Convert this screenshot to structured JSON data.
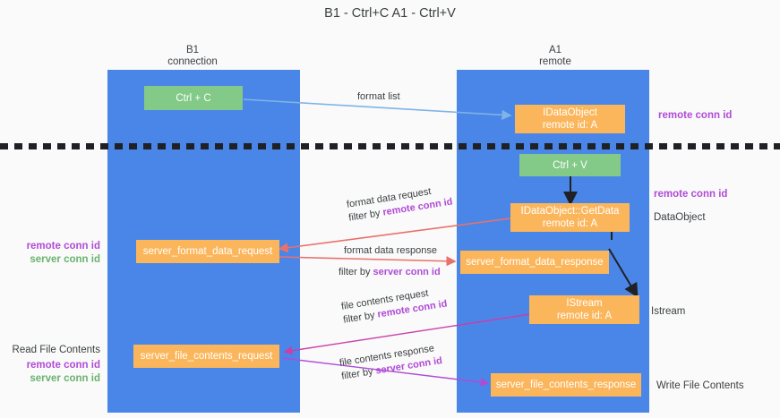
{
  "title": {
    "line1": "B1 - Ctrl+C",
    "line2": "A1 - Ctrl+V"
  },
  "columns": [
    {
      "name": "B1",
      "subtitle": "connection"
    },
    {
      "name": "A1",
      "subtitle": "remote"
    }
  ],
  "boxes": {
    "ctrl_c": {
      "label": "Ctrl + C",
      "color": "#83c988"
    },
    "ctrl_v": {
      "label": "Ctrl + V",
      "color": "#83c988"
    },
    "idataobject": {
      "line1": "IDataObject",
      "line2": "remote id: A",
      "color": "#fbb65c"
    },
    "getdata": {
      "line1": "IDataObject::GetData",
      "line2": "remote id: A",
      "color": "#fbb65c"
    },
    "istream": {
      "line1": "IStream",
      "line2": "remote id: A",
      "color": "#fbb65c"
    },
    "server_format_data_request": {
      "label": "server_format_data_request",
      "color": "#fbb65c"
    },
    "server_format_data_response": {
      "label": "server_format_data_response",
      "color": "#fbb65c"
    },
    "server_file_contents_request": {
      "label": "server_file_contents_request",
      "color": "#fbb65c"
    },
    "server_file_contents_response": {
      "label": "server_file_contents_response",
      "color": "#fbb65c"
    }
  },
  "edge_labels": {
    "format_list": "format list",
    "format_data_request": "format data request",
    "format_data_request_filter_prefix": "filter by ",
    "format_data_request_filter_key": "remote conn id",
    "format_data_response": "format data response",
    "format_data_response_filter_prefix": "filter by ",
    "format_data_response_filter_key": "server conn id",
    "file_contents_request": "file contents request",
    "file_contents_request_filter_prefix": "filter by ",
    "file_contents_request_filter_key": "remote conn id",
    "file_contents_response": "file contents response",
    "file_contents_response_filter_prefix": "filter by ",
    "file_contents_response_filter_key": "server conn id"
  },
  "side_labels": {
    "right_top_remote_conn_id": "remote conn id",
    "right_mid_remote_conn_id": "remote conn id",
    "right_dataobject": "DataObject",
    "right_istream": "Istream",
    "right_write_file_contents": "Write File Contents",
    "left_remote_conn_id": "remote conn id",
    "left_server_conn_id": "server conn id",
    "left_read_file_contents": "Read File Contents",
    "left_bottom_remote_conn_id": "remote conn id",
    "left_bottom_server_conn_id": "server conn id"
  },
  "colors": {
    "lane": "#4a86e8",
    "box_green": "#83c988",
    "box_orange": "#fbb65c",
    "accent_purple": "#b04bd6",
    "accent_green": "#69b36e",
    "arrow_blue": "#7fb4e6",
    "arrow_red": "#e8716b",
    "arrow_magenta": "#c93fa8",
    "arrow_violet": "#b04bd6",
    "arrow_black": "#202124",
    "background": "#fafafa"
  }
}
